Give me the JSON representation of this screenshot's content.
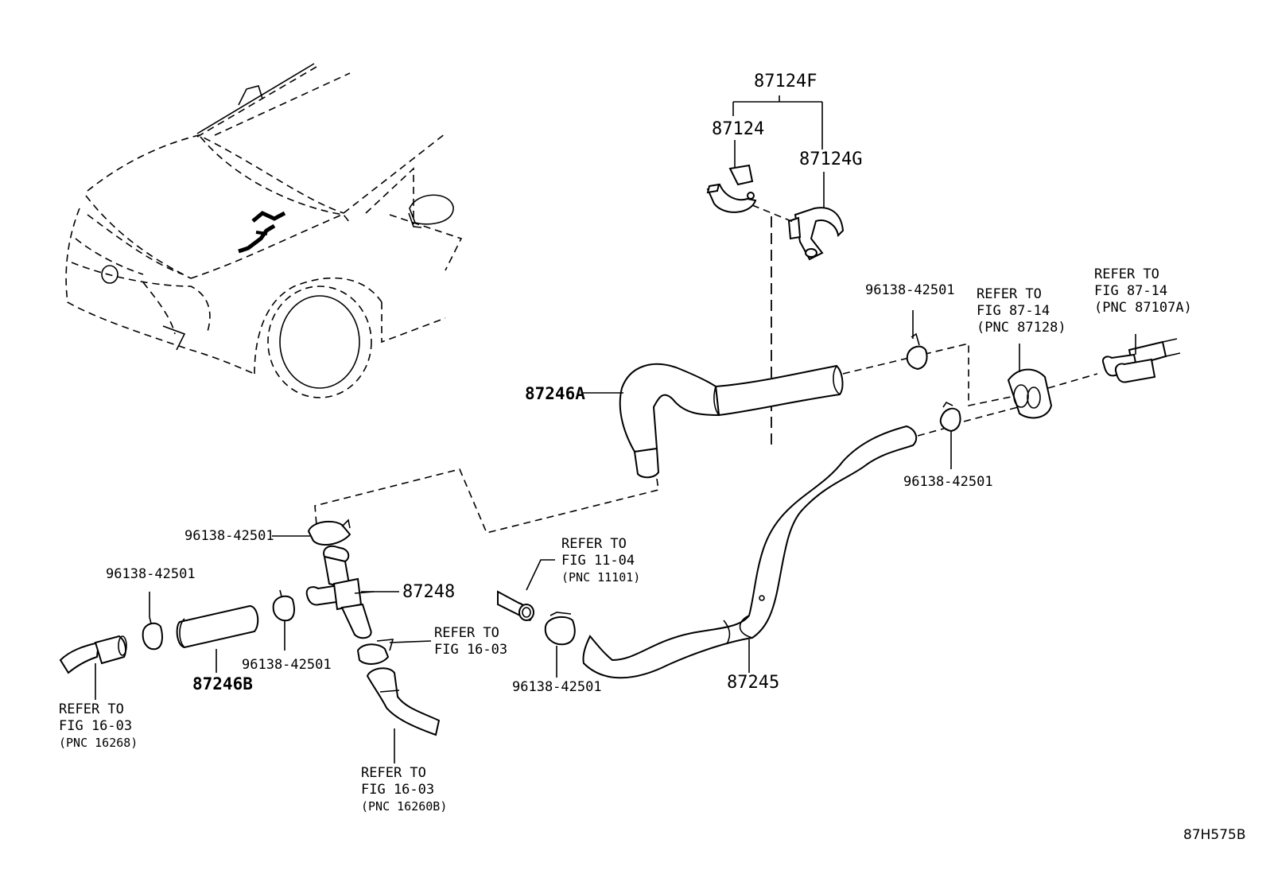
{
  "parts": {
    "p87124F": "87124F",
    "p87124": "87124",
    "p87124G": "87124G",
    "p87246A": "87246A",
    "p87248": "87248",
    "p87246B": "87246B",
    "p87245": "87245"
  },
  "clips": {
    "c1": "96138-42501",
    "c2": "96138-42501",
    "c3": "96138-42501",
    "c4": "96138-42501",
    "c5": "96138-42501",
    "c6": "96138-42501"
  },
  "references": {
    "r_fig_87_14_a": {
      "l1": "REFER TO",
      "l2": "FIG 87-14",
      "l3": "(PNC 87128)"
    },
    "r_fig_87_14_b": {
      "l1": "REFER TO",
      "l2": "FIG 87-14",
      "l3": "(PNC 87107A)"
    },
    "r_fig_11_04": {
      "l1": "REFER TO",
      "l2": "FIG 11-04",
      "l3": "(PNC 11101)"
    },
    "r_fig_16_03_mid": {
      "l1": "REFER TO",
      "l2": "FIG 16-03"
    },
    "r_fig_16_03_left": {
      "l1": "REFER TO",
      "l2": "FIG 16-03",
      "l3": "(PNC 16268)"
    },
    "r_fig_16_03_bottom": {
      "l1": "REFER TO",
      "l2": "FIG 16-03",
      "l3": "(PNC 16260B)"
    }
  },
  "figure_code": "87H575B"
}
